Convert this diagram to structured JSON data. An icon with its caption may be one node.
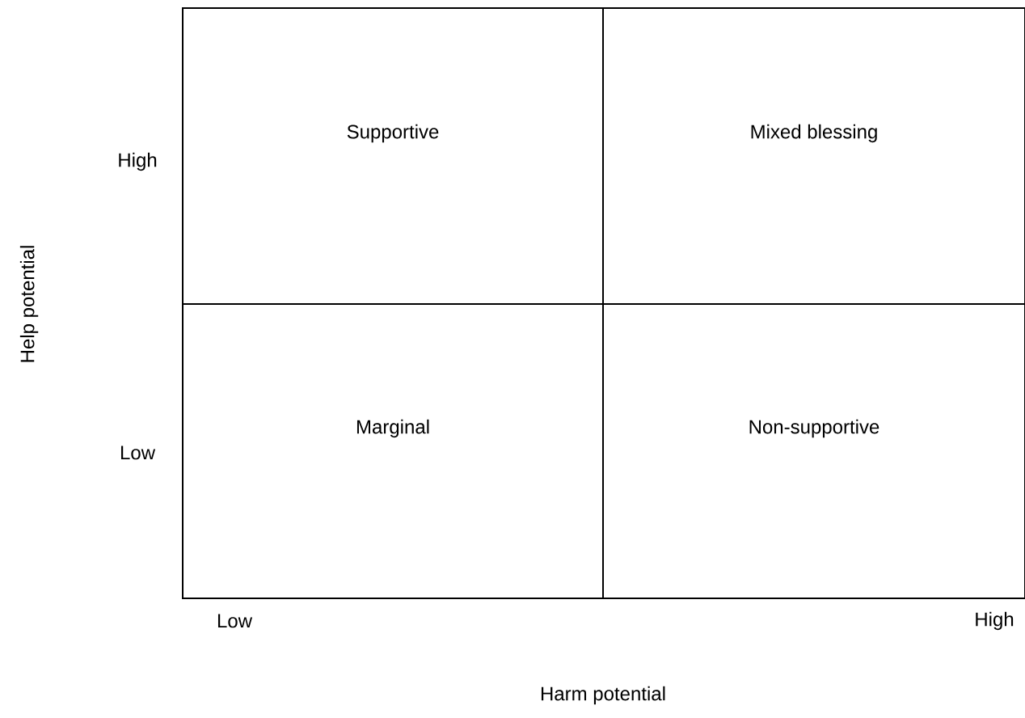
{
  "diagram": {
    "nodes": [
      {
        "text": [
          "Supportive"
        ]
      },
      {
        "text": [
          "Mixed blessing"
        ]
      },
      {
        "text": [
          "Marginal"
        ]
      },
      {
        "text": [
          "Non-supportive"
        ]
      }
    ],
    "labels": [
      "High",
      "Low",
      "Help potential",
      "Low",
      "High",
      "Harm potential"
    ]
  }
}
